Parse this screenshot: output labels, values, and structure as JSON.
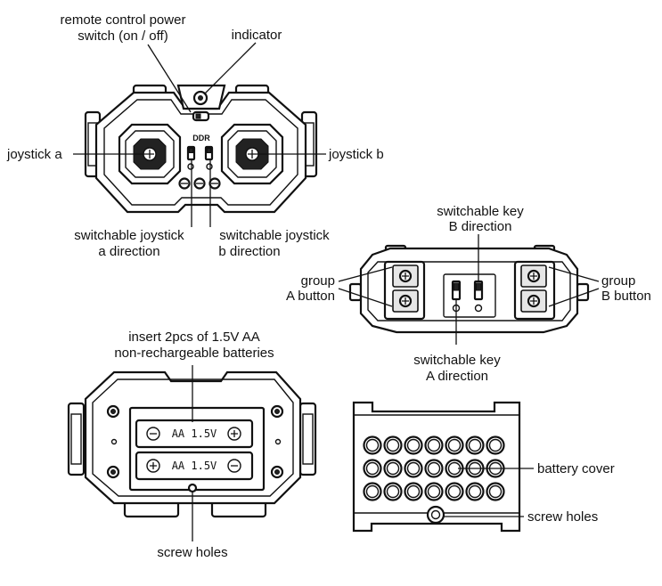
{
  "figure_1": {
    "labels": {
      "power_switch_line1": "remote control power",
      "power_switch_line2": "switch (on / off)",
      "indicator": "indicator",
      "joystick_a": "joystick a",
      "joystick_b": "joystick b",
      "switch_a_line1": "switchable joystick",
      "switch_a_line2": "a direction",
      "switch_b_line1": "switchable joystick",
      "switch_b_line2": "b direction"
    },
    "emblem": "DDR"
  },
  "figure_2": {
    "labels": {
      "key_b_line1": "switchable key",
      "key_b_line2": "B direction",
      "group_a_line1": "group",
      "group_a_line2": "A button",
      "group_b_line1": "group",
      "group_b_line2": "B button",
      "key_a_line1": "switchable key",
      "key_a_line2": "A direction"
    }
  },
  "figure_3": {
    "labels": {
      "insert_line1": "insert 2pcs of 1.5V AA",
      "insert_line2": "non-rechargeable batteries",
      "battery_1": "AA 1.5V",
      "battery_2": "AA 1.5V",
      "screw_holes": "screw holes"
    }
  },
  "figure_4": {
    "labels": {
      "battery_cover": "battery cover",
      "screw_holes": "screw holes"
    }
  }
}
